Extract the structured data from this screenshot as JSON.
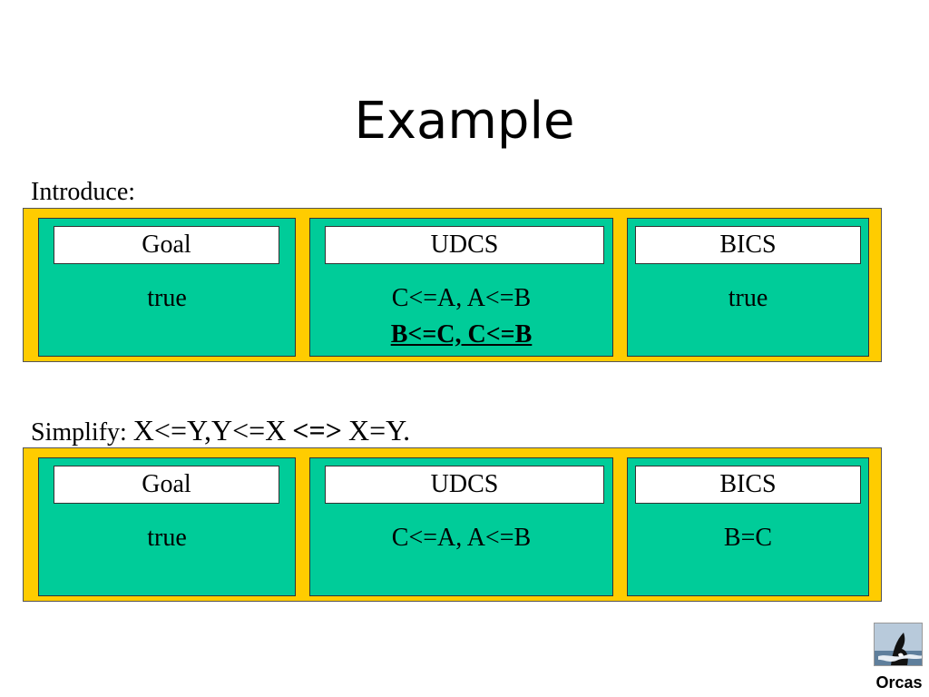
{
  "slide": {
    "title": "Example",
    "logo_caption": "Orcas"
  },
  "section1": {
    "label": "Introduce:",
    "panels": [
      {
        "header": "Goal",
        "lines": [
          "true"
        ]
      },
      {
        "header": "UDCS",
        "lines": [
          "C<=A, A<=B"
        ],
        "emphasized_line": "B<=C, C<=B"
      },
      {
        "header": "BICS",
        "lines": [
          "true"
        ]
      }
    ]
  },
  "section2": {
    "label": "Simplify:",
    "rule_left": "X<=Y,Y<=X",
    "rule_arrow": "<=>",
    "rule_right": "X=Y.",
    "panels": [
      {
        "header": "Goal",
        "lines": [
          "true"
        ]
      },
      {
        "header": "UDCS",
        "lines": [
          "C<=A, A<=B"
        ]
      },
      {
        "header": "BICS",
        "lines": [
          "B=C"
        ]
      }
    ]
  },
  "colors": {
    "outer_box": "#FFCC00",
    "panel": "#00CC99",
    "header_box": "#FFFFFF"
  }
}
